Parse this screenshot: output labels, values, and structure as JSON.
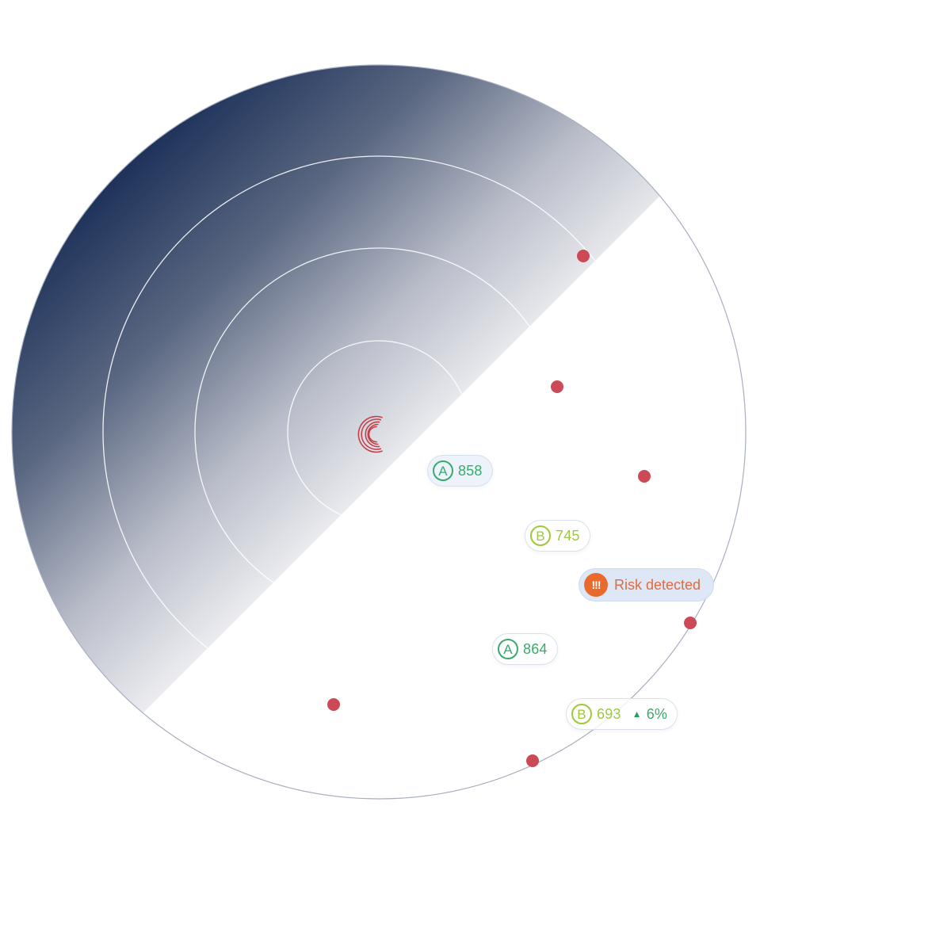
{
  "colors": {
    "radar_dark": "#0f2550",
    "ring_line": "#ffffff",
    "outline": "#a6aec1",
    "dot": "#cc4a55",
    "logo": "#c4404b",
    "grade_a": "#3aaa6b",
    "grade_b": "#9dc93a",
    "risk_text": "#e26a3c",
    "risk_icon_bg": "#e86a2d"
  },
  "icons": {
    "logo": "concentric-c-logo-icon",
    "alert": "exclamation-alert-icon",
    "trend": "triangle-up-icon"
  },
  "labels": {
    "score_1": {
      "grade": "A",
      "value": "858"
    },
    "score_2": {
      "grade": "B",
      "value": "745"
    },
    "risk": {
      "icon_text": "!!!",
      "text": "Risk detected"
    },
    "score_3": {
      "grade": "A",
      "value": "864"
    },
    "score_4": {
      "grade": "B",
      "value": "693",
      "trend": "6%"
    }
  }
}
